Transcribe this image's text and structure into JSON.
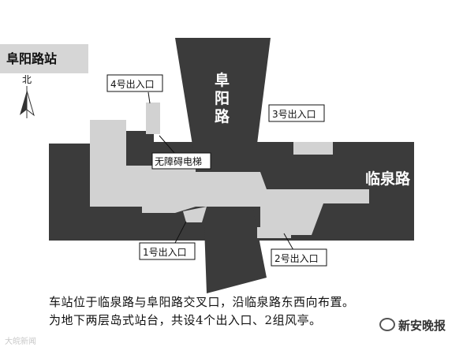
{
  "station": {
    "title": "阜阳路站"
  },
  "compass": {
    "label": "北"
  },
  "roads": {
    "north_south": "阜阳路",
    "east_west": "临泉路"
  },
  "exits": {
    "exit1": "1号出入口",
    "exit2": "2号出入口",
    "exit3": "3号出入口",
    "exit4": "4号出入口"
  },
  "elevator": "无障碍电梯",
  "caption": {
    "line1": "车站位于临泉路与阜阳路交叉口，沿临泉路东西向布置。",
    "line2": "为地下两层岛式站台，共设4个出入口、2组风亭。"
  },
  "brand": "新安晚报",
  "watermark": "大皖新闻",
  "colors": {
    "road": "#3b3b3b",
    "station": "#d2d2d2",
    "background": "#ffffff"
  }
}
